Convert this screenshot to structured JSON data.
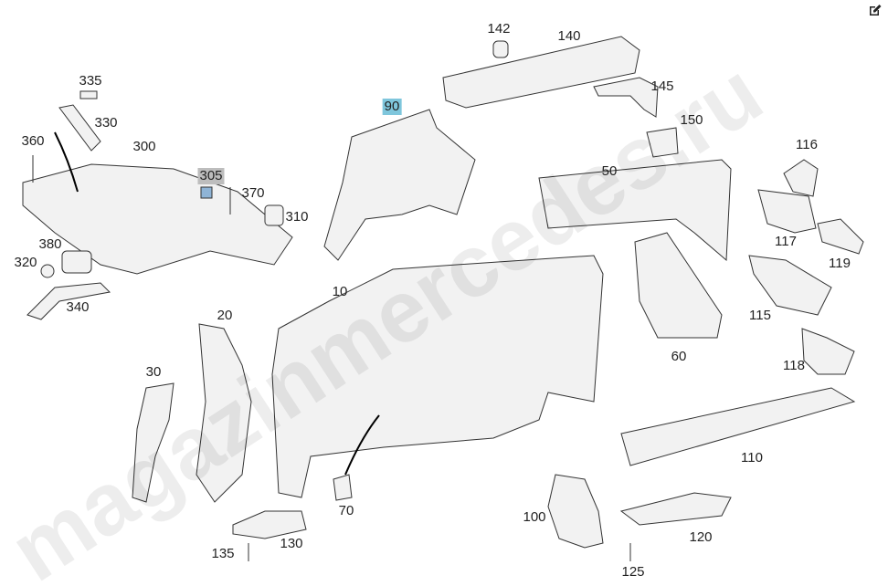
{
  "watermark": "magazinmercedes.ru",
  "icons": {
    "edit": "edit-pencil-icon"
  },
  "highlight_colors": {
    "selected": "#7fc6dc",
    "secondary": "#bdbdbd"
  },
  "labels": [
    {
      "id": "142",
      "text": "142"
    },
    {
      "id": "140",
      "text": "140"
    },
    {
      "id": "335",
      "text": "335"
    },
    {
      "id": "330",
      "text": "330"
    },
    {
      "id": "90",
      "text": "90",
      "highlight": "blue"
    },
    {
      "id": "145",
      "text": "145"
    },
    {
      "id": "150",
      "text": "150"
    },
    {
      "id": "360",
      "text": "360"
    },
    {
      "id": "300",
      "text": "300"
    },
    {
      "id": "116",
      "text": "116"
    },
    {
      "id": "305",
      "text": "305",
      "highlight": "gray"
    },
    {
      "id": "370",
      "text": "370"
    },
    {
      "id": "50",
      "text": "50"
    },
    {
      "id": "310",
      "text": "310"
    },
    {
      "id": "117",
      "text": "117"
    },
    {
      "id": "380",
      "text": "380"
    },
    {
      "id": "119",
      "text": "119"
    },
    {
      "id": "320",
      "text": "320"
    },
    {
      "id": "340",
      "text": "340"
    },
    {
      "id": "10",
      "text": "10"
    },
    {
      "id": "115",
      "text": "115"
    },
    {
      "id": "20",
      "text": "20"
    },
    {
      "id": "60",
      "text": "60"
    },
    {
      "id": "118",
      "text": "118"
    },
    {
      "id": "30",
      "text": "30"
    },
    {
      "id": "110",
      "text": "110"
    },
    {
      "id": "70",
      "text": "70"
    },
    {
      "id": "100",
      "text": "100"
    },
    {
      "id": "120",
      "text": "120"
    },
    {
      "id": "135",
      "text": "135"
    },
    {
      "id": "130",
      "text": "130"
    },
    {
      "id": "125",
      "text": "125"
    }
  ]
}
